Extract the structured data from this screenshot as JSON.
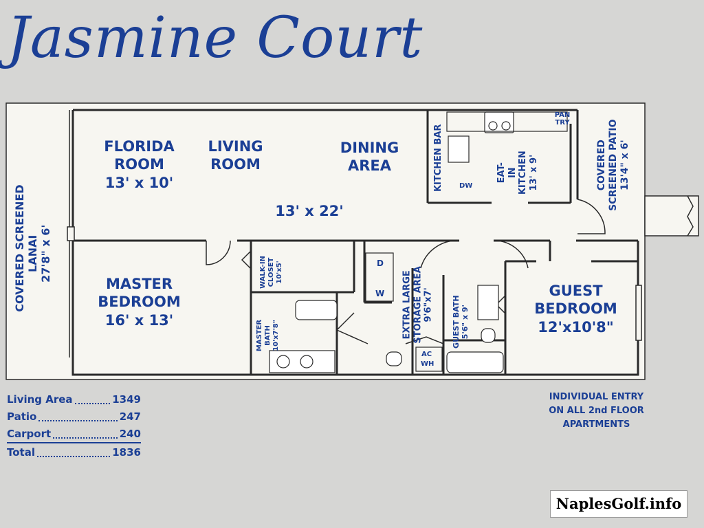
{
  "title": "Jasmine Court",
  "rooms": {
    "florida_room": {
      "name1": "FLORIDA",
      "name2": "ROOM",
      "size": "13' x 10'"
    },
    "living_room": {
      "name1": "LIVING",
      "name2": "ROOM"
    },
    "dining_area": {
      "name1": "DINING",
      "name2": "AREA"
    },
    "living_dining_size": "13' x 22'",
    "master_bedroom": {
      "name1": "MASTER",
      "name2": "BEDROOM",
      "size": "16' x 13'"
    },
    "guest_bedroom": {
      "name1": "GUEST",
      "name2": "BEDROOM",
      "size": "12'x10'8\""
    },
    "eat_in_kitchen": {
      "line1": "EAT-",
      "line2": "IN",
      "line3": "KITCHEN",
      "size": "13' x 9'"
    },
    "kitchen_bar": "KITCHEN BAR",
    "pantry": {
      "line1": "PAN",
      "line2": "TRY"
    },
    "covered_screened_patio": {
      "line1": "COVERED",
      "line2": "SCREENED PATIO",
      "size": "13'4\" x 6'"
    },
    "covered_screened_lanai": {
      "line1": "COVERED SCREENED",
      "line2": "LANAI",
      "size": "27'8\" x 6'"
    },
    "walk_in_closet": {
      "line1": "WALK-IN",
      "line2": "CLOSET",
      "size": "10'x5'"
    },
    "master_bath": {
      "line1": "MASTER",
      "line2": "BATH",
      "size": "10'x7'8\""
    },
    "storage": {
      "line1": "EXTRA LARGE",
      "line2": "STORAGE AREA",
      "size": "9'6\"x7'"
    },
    "guest_bath": {
      "line1": "GUEST BATH",
      "size": "5'6\" x 9'"
    }
  },
  "fixtures": {
    "dryer": "D",
    "washer": "W",
    "dishwasher": "DW",
    "ac": "AC",
    "water_heater": "WH"
  },
  "area_table": [
    {
      "label": "Living Area",
      "value": "1349"
    },
    {
      "label": "Patio",
      "value": "247"
    },
    {
      "label": "Carport",
      "value": "240"
    },
    {
      "label": "Total",
      "value": "1836"
    }
  ],
  "entry_note": {
    "line1": "INDIVIDUAL ENTRY",
    "line2": "ON ALL 2nd FLOOR",
    "line3": "APARTMENTS"
  },
  "watermark": "NaplesGolf.info",
  "colors": {
    "text": "#1b3f95",
    "walls": "#2a2a2a",
    "floor": "#f7f6f1",
    "background": "#d6d6d4"
  }
}
